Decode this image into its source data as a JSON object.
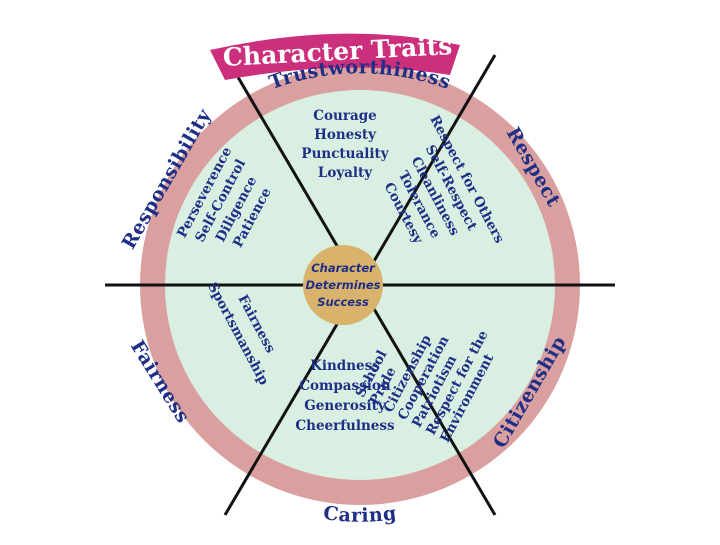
{
  "banner": {
    "title": "Character Traits"
  },
  "center": {
    "lines": [
      "Character",
      "Determines",
      "Success"
    ]
  },
  "sections": [
    {
      "id": "trustworthiness",
      "category": "Trustworthiness",
      "traits": [
        "Courage",
        "Honesty",
        "Punctuality",
        "Loyalty"
      ]
    },
    {
      "id": "respect",
      "category": "Respect",
      "traits": [
        "Respect for Others",
        "Self-Respect",
        "Cleanliness",
        "Tolerance",
        "Courtesy"
      ]
    },
    {
      "id": "citizenship",
      "category": "Citizenship",
      "traits": [
        "School",
        "Pride",
        "Citizenship",
        "Cooperation",
        "Patriotism",
        "Respect for the",
        "Environment"
      ]
    },
    {
      "id": "caring",
      "category": "Caring",
      "traits": [
        "Kindness",
        "Compassion",
        "Generosity",
        "Cheerfulness"
      ]
    },
    {
      "id": "fairness",
      "category": "Fairness",
      "traits": [
        "Fairness",
        "Sportsmanship"
      ]
    },
    {
      "id": "responsibility",
      "category": "Responsibility",
      "traits": [
        "Perseverence",
        "Self-Control",
        "Diligence",
        "Patience"
      ]
    }
  ],
  "colors": {
    "outer_ring": "#daa0a0",
    "inner_disc": "#d9efe1",
    "hub": "#d9b26c",
    "banner": "#cc2f7c",
    "text": "#1f2f86",
    "dividers": "#111111"
  }
}
